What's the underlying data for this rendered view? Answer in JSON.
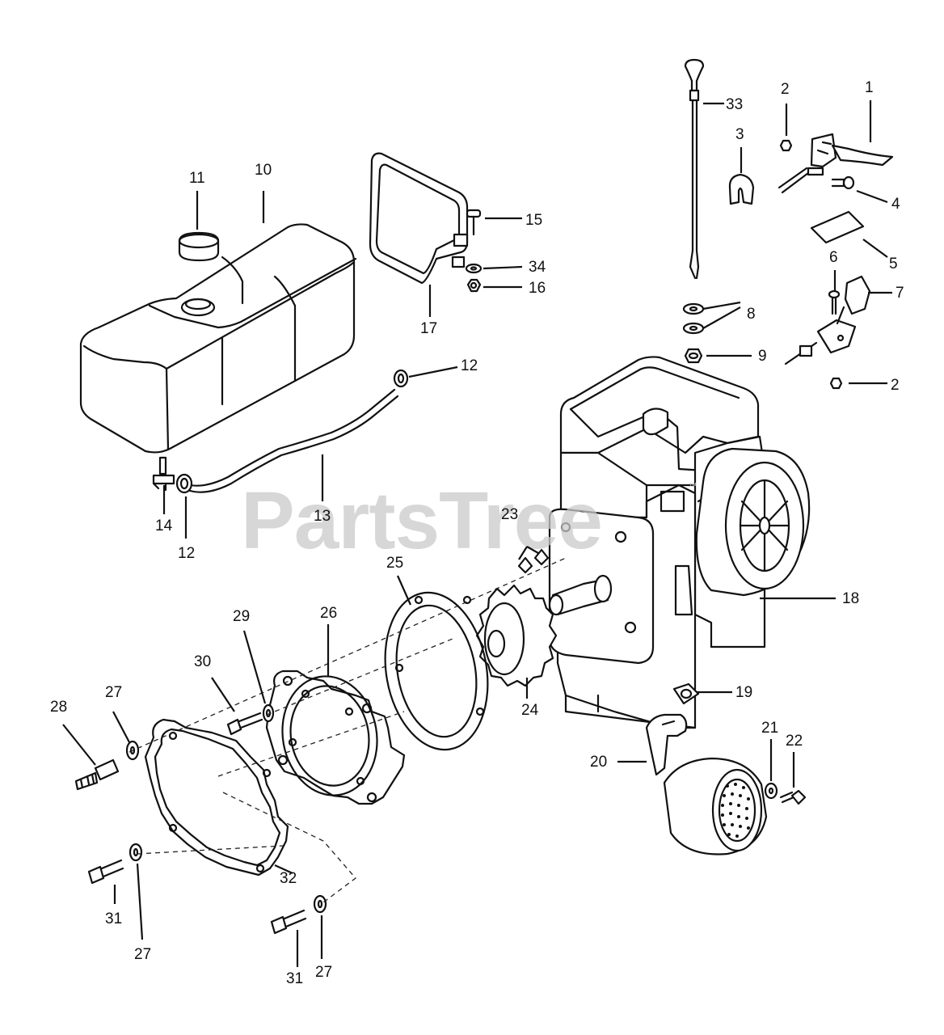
{
  "watermark": {
    "text": "PartsTree",
    "trademark": "™"
  },
  "callouts": [
    {
      "id": "c1",
      "label": "1"
    },
    {
      "id": "c2a",
      "label": "2"
    },
    {
      "id": "c2b",
      "label": "2"
    },
    {
      "id": "c3",
      "label": "3"
    },
    {
      "id": "c4",
      "label": "4"
    },
    {
      "id": "c5",
      "label": "5"
    },
    {
      "id": "c6",
      "label": "6"
    },
    {
      "id": "c7",
      "label": "7"
    },
    {
      "id": "c8",
      "label": "8"
    },
    {
      "id": "c9",
      "label": "9"
    },
    {
      "id": "c10",
      "label": "10"
    },
    {
      "id": "c11",
      "label": "11"
    },
    {
      "id": "c12a",
      "label": "12"
    },
    {
      "id": "c12b",
      "label": "12"
    },
    {
      "id": "c13",
      "label": "13"
    },
    {
      "id": "c14",
      "label": "14"
    },
    {
      "id": "c15",
      "label": "15"
    },
    {
      "id": "c16",
      "label": "16"
    },
    {
      "id": "c17",
      "label": "17"
    },
    {
      "id": "c18",
      "label": "18"
    },
    {
      "id": "c19",
      "label": "19"
    },
    {
      "id": "c20",
      "label": "20"
    },
    {
      "id": "c21",
      "label": "21"
    },
    {
      "id": "c22",
      "label": "22"
    },
    {
      "id": "c23",
      "label": "23"
    },
    {
      "id": "c24",
      "label": "24"
    },
    {
      "id": "c25",
      "label": "25"
    },
    {
      "id": "c26",
      "label": "26"
    },
    {
      "id": "c27a",
      "label": "27"
    },
    {
      "id": "c27b",
      "label": "27"
    },
    {
      "id": "c27c",
      "label": "27"
    },
    {
      "id": "c28",
      "label": "28"
    },
    {
      "id": "c29",
      "label": "29"
    },
    {
      "id": "c30",
      "label": "30"
    },
    {
      "id": "c31a",
      "label": "31"
    },
    {
      "id": "c31b",
      "label": "31"
    },
    {
      "id": "c32",
      "label": "32"
    },
    {
      "id": "c33",
      "label": "33"
    },
    {
      "id": "c34",
      "label": "34"
    }
  ]
}
